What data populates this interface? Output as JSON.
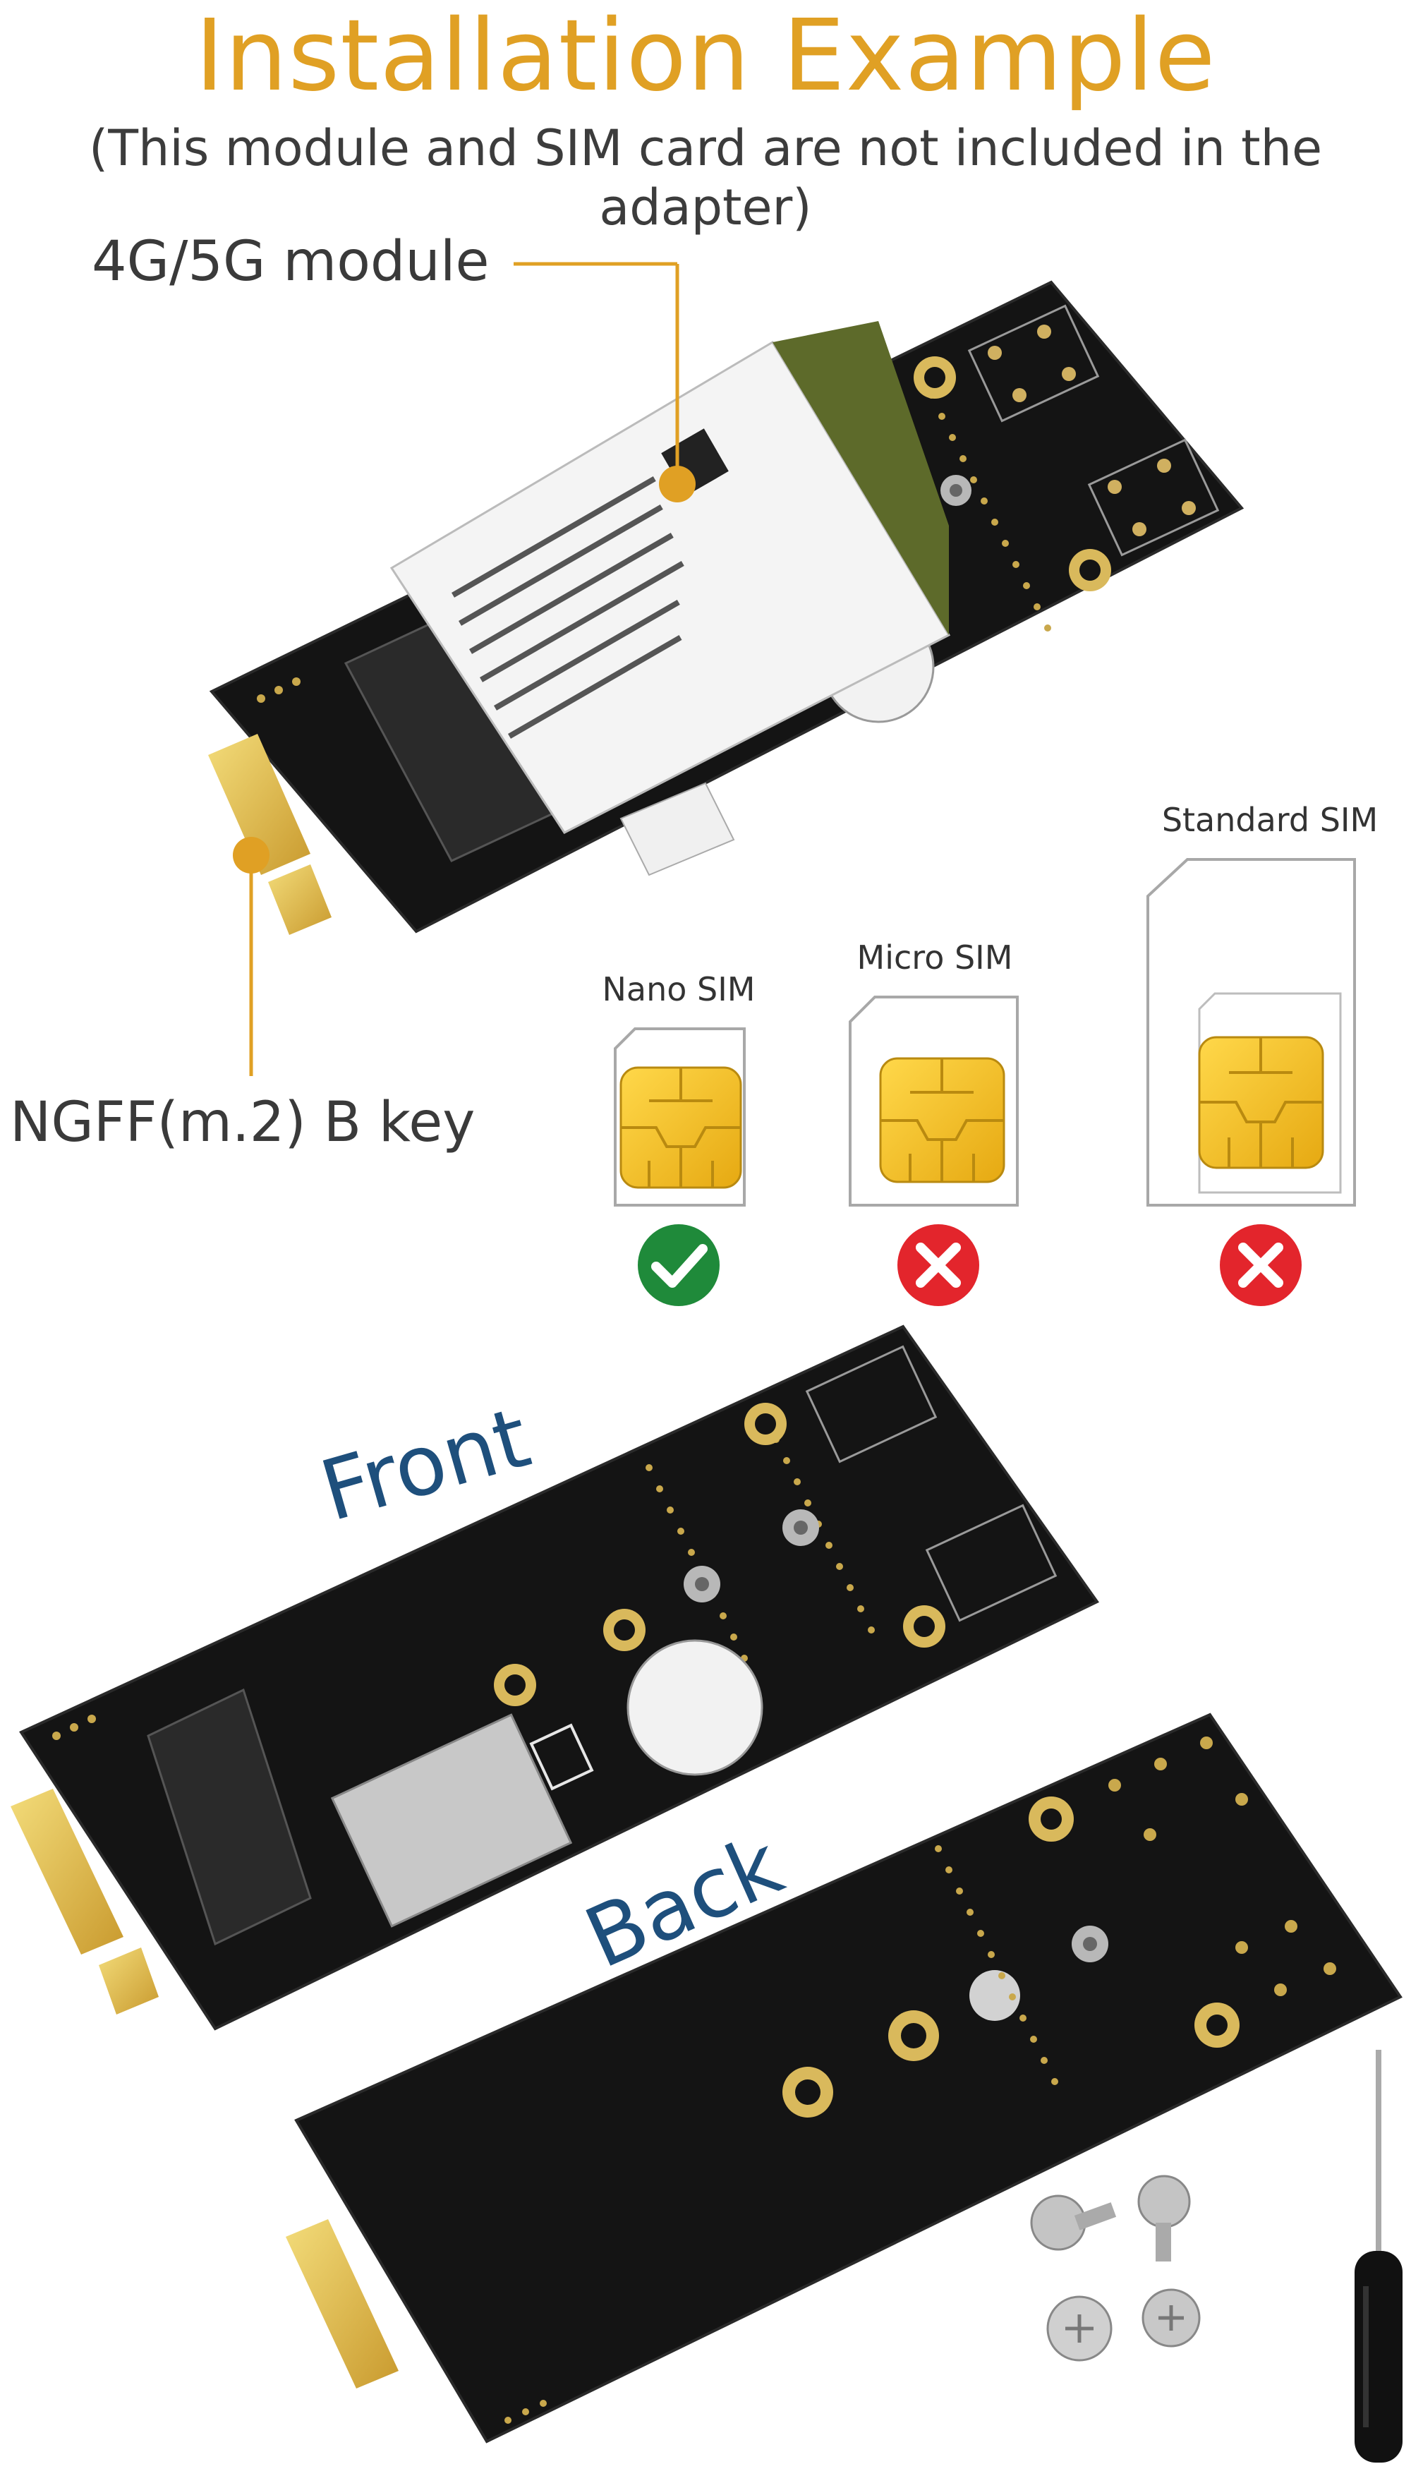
{
  "header": {
    "title": "Installation Example",
    "subtitle": "(This module and SIM card are not included in the adapter)"
  },
  "callouts": {
    "module": "4G/5G module",
    "key": "NGFF(m.2) B key"
  },
  "sim_options": [
    {
      "label": "Nano SIM",
      "status": "supported",
      "icon": "check-icon",
      "color": "#1f8a3a"
    },
    {
      "label": "Micro SIM",
      "status": "not-supported",
      "icon": "cross-icon",
      "color": "#e3252c"
    },
    {
      "label": "Standard SIM",
      "status": "not-supported",
      "icon": "cross-icon",
      "color": "#e3252c"
    }
  ],
  "views": {
    "front": "Front",
    "back": "Back"
  },
  "colors": {
    "accent": "#e0a024",
    "board": "#121212",
    "gold": "#d4b15a",
    "view_label": "#1e4f7c"
  }
}
